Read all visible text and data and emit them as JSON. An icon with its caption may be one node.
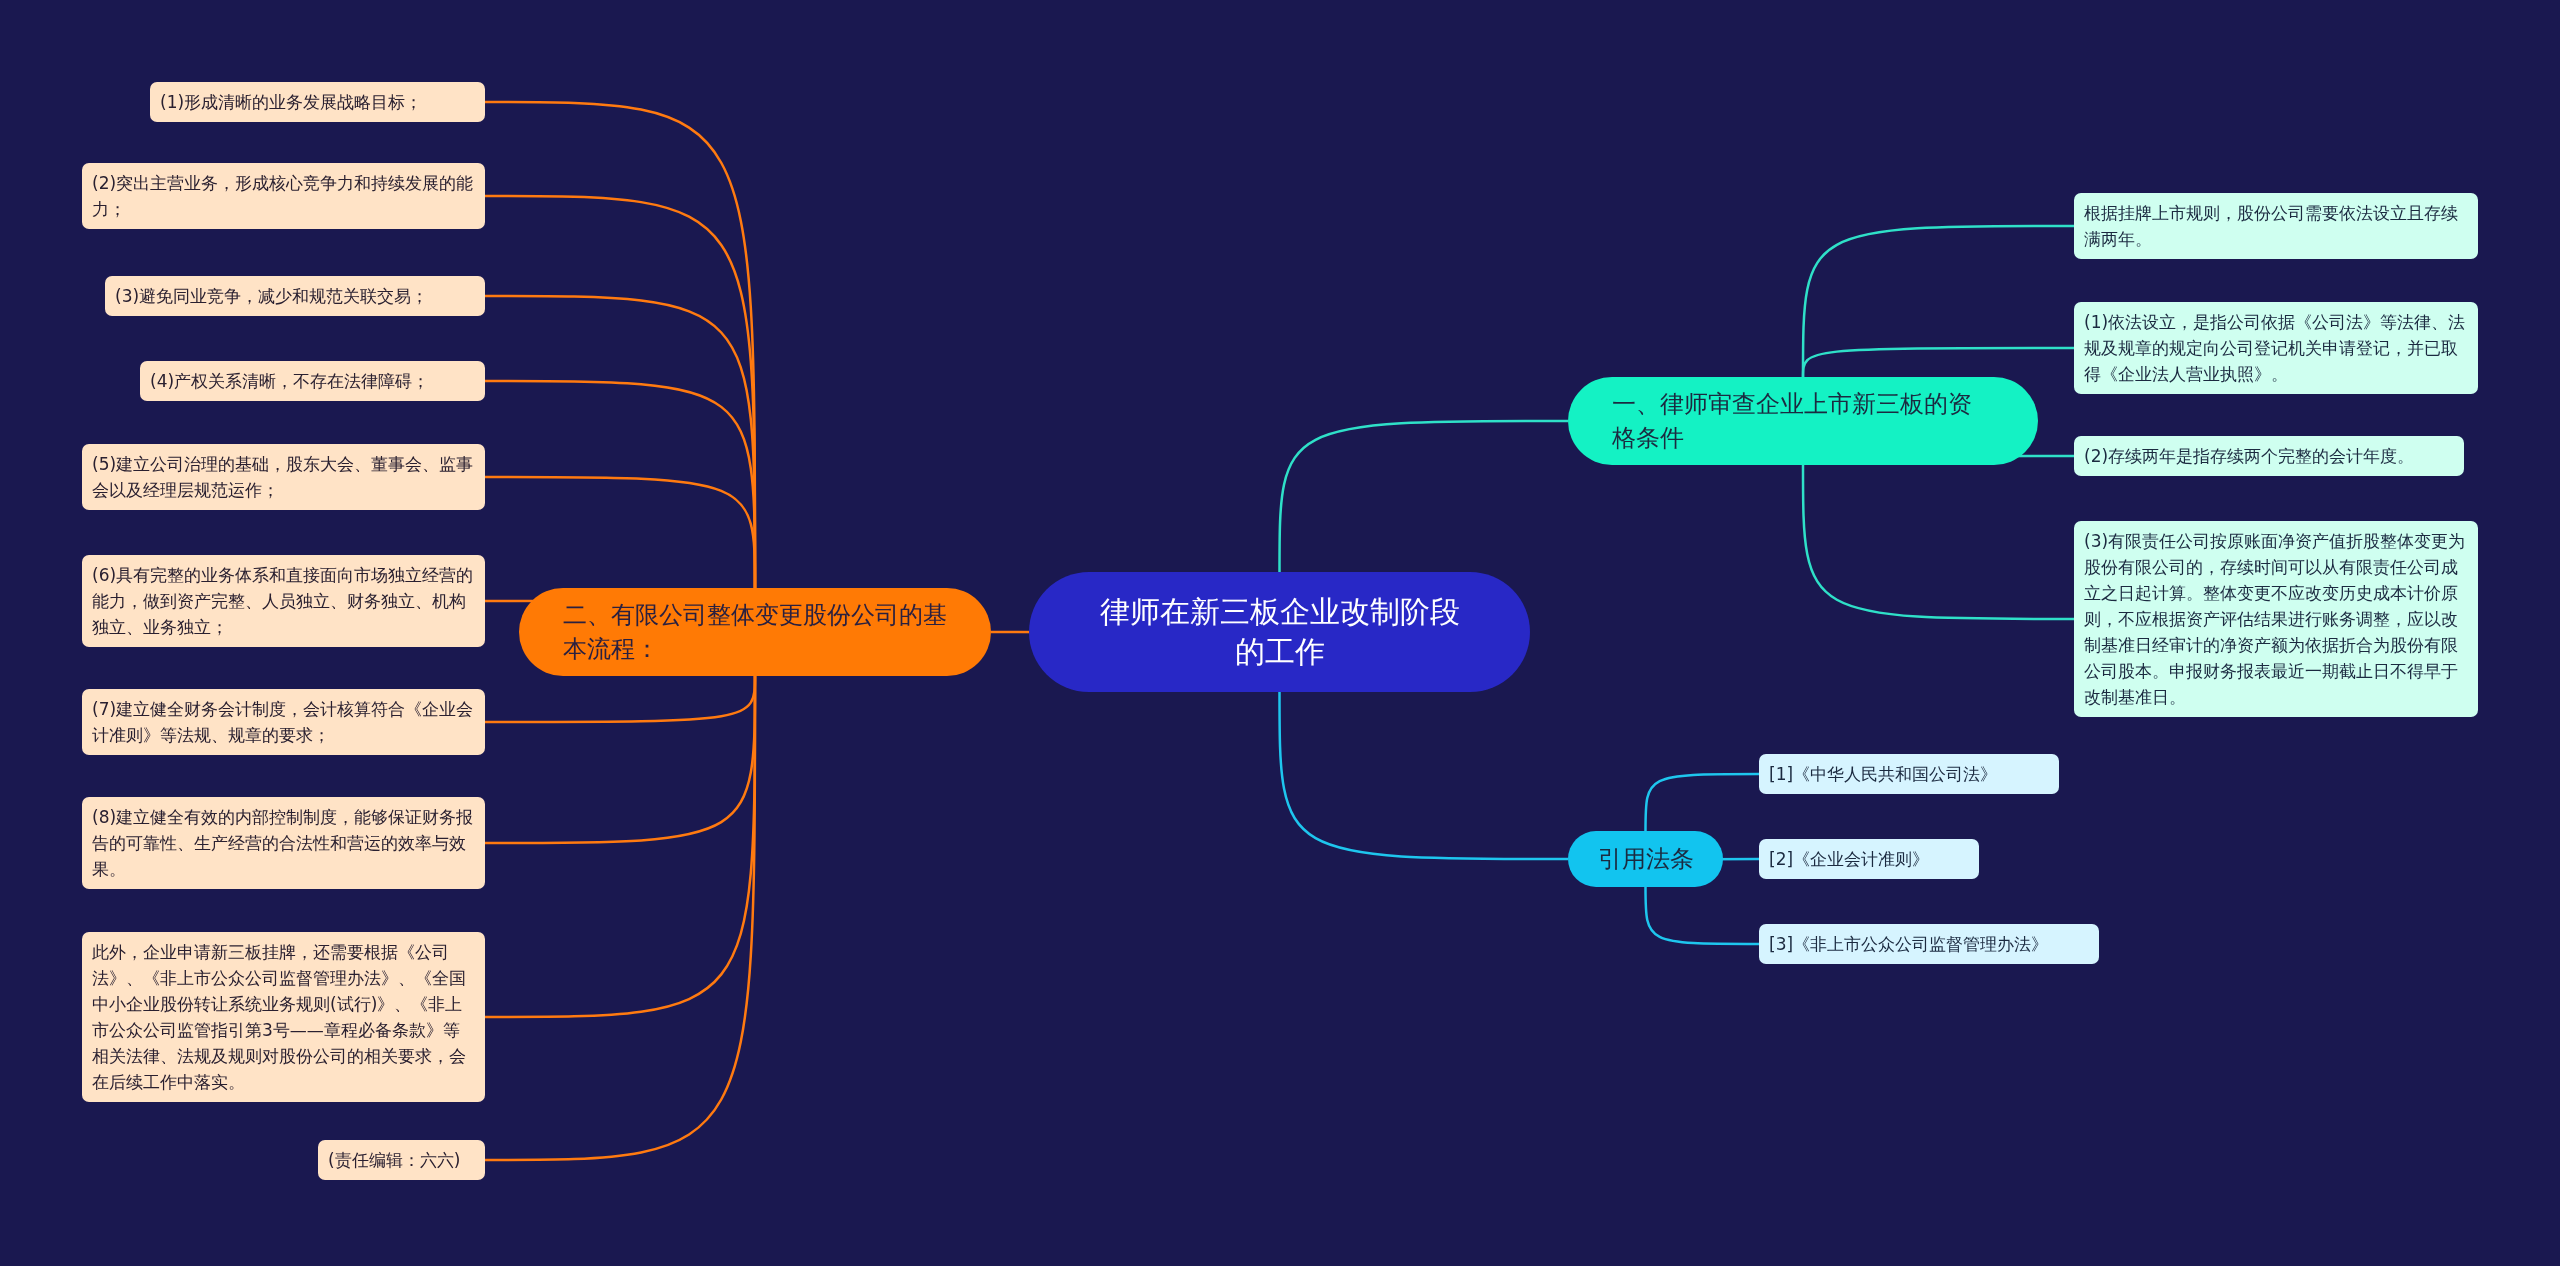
{
  "diagram": {
    "nodes": [
      {
        "text": [
          "律师在新三板企业改制阶段的工作"
        ]
      },
      {
        "text": [
          "一、律师审查企业上市新三板的资格条件"
        ]
      },
      {
        "text": [
          "根据挂牌上市规则，股份公司需要依法设立且存续满两年。"
        ]
      },
      {
        "text": [
          "(1)依法设立，是指公司依据《公司法》等法律、法规及规章的规定向公司登记机关申请登记，并已取得《企业法人营业执照》。"
        ]
      },
      {
        "text": [
          "(2)存续两年是指存续两个完整的会计年度。"
        ]
      },
      {
        "text": [
          "(3)有限责任公司按原账面净资产值折股整体变更为股份有限公司的，存续时间可以从有限责任公司成立之日起计算。整体变更不应改变历史成本计价原则，不应根据资产评估结果进行账务调整，应以改制基准日经审计的净资产额为依据折合为股份有限公司股本。申报财务报表最近一期截止日不得早于改制基准日。"
        ]
      },
      {
        "text": [
          "引用法条"
        ]
      },
      {
        "text": [
          "[1]《中华人民共和国公司法》"
        ]
      },
      {
        "text": [
          "[2]《企业会计准则》"
        ]
      },
      {
        "text": [
          "[3]《非上市公众公司监督管理办法》"
        ]
      },
      {
        "text": [
          "二、有限公司整体变更股份公司的基本流程："
        ]
      },
      {
        "text": [
          "(1)形成清晰的业务发展战略目标；"
        ]
      },
      {
        "text": [
          "(2)突出主营业务，形成核心竞争力和持续发展的能力；"
        ]
      },
      {
        "text": [
          "(3)避免同业竞争，减少和规范关联交易；"
        ]
      },
      {
        "text": [
          "(4)产权关系清晰，不存在法律障碍；"
        ]
      },
      {
        "text": [
          "(5)建立公司治理的基础，股东大会、董事会、监事会以及经理层规范运作；"
        ]
      },
      {
        "text": [
          "(6)具有完整的业务体系和直接面向市场独立经营的能力，做到资产完整、人员独立、财务独立、机构独立、业务独立；"
        ]
      },
      {
        "text": [
          "(7)建立健全财务会计制度，会计核算符合《企业会计准则》等法规、规章的要求；"
        ]
      },
      {
        "text": [
          "(8)建立健全有效的内部控制制度，能够保证财务报告的可靠性、生产经营的合法性和营运的效率与效果。"
        ]
      },
      {
        "text": [
          "此外，企业申请新三板挂牌，还需要根据《公司法》、《非上市公众公司监督管理办法》、《全国中小企业股份转让系统业务规则(试行)》、《非上市公众公司监管指引第3号——章程必备条款》等相关法律、法规及规则对股份公司的相关要求，会在后续工作中落实。"
        ]
      },
      {
        "text": [
          "(责任编辑：六六)"
        ]
      }
    ],
    "edges": [
      {
        "from": 0,
        "to": 1,
        "arrow": "none",
        "color": "#2fe0c8"
      },
      {
        "from": 1,
        "to": 2,
        "arrow": "none",
        "color": "#2fe0c8"
      },
      {
        "from": 1,
        "to": 3,
        "arrow": "none",
        "color": "#2fe0c8"
      },
      {
        "from": 1,
        "to": 4,
        "arrow": "none",
        "color": "#2fe0c8"
      },
      {
        "from": 1,
        "to": 5,
        "arrow": "none",
        "color": "#2fe0c8"
      },
      {
        "from": 0,
        "to": 6,
        "arrow": "none",
        "color": "#1ec6ee"
      },
      {
        "from": 6,
        "to": 7,
        "arrow": "none",
        "color": "#1ec6ee"
      },
      {
        "from": 6,
        "to": 8,
        "arrow": "none",
        "color": "#1ec6ee"
      },
      {
        "from": 6,
        "to": 9,
        "arrow": "none",
        "color": "#1ec6ee"
      },
      {
        "from": 0,
        "to": 10,
        "arrow": "none"
      },
      {
        "from": 10,
        "to": 11,
        "arrow": "none"
      },
      {
        "from": 10,
        "to": 12,
        "arrow": "none"
      },
      {
        "from": 10,
        "to": 13,
        "arrow": "none"
      },
      {
        "from": 10,
        "to": 14,
        "arrow": "none"
      },
      {
        "from": 10,
        "to": 15,
        "arrow": "none"
      },
      {
        "from": 10,
        "to": 16,
        "arrow": "none"
      },
      {
        "from": 10,
        "to": 17,
        "arrow": "none"
      },
      {
        "from": 10,
        "to": 18,
        "arrow": "none"
      },
      {
        "from": 10,
        "to": 19,
        "arrow": "none"
      },
      {
        "from": 10,
        "to": 20,
        "arrow": "none"
      }
    ]
  }
}
